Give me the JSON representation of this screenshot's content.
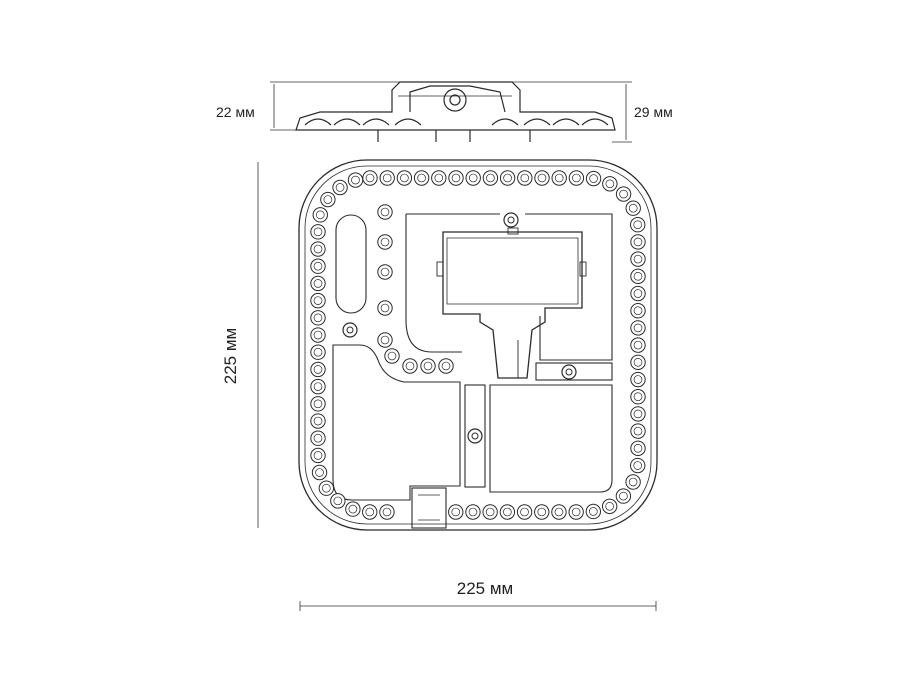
{
  "dimensions": {
    "side_left": "22 мм",
    "side_right": "29 мм",
    "height": "225 мм",
    "width": "225 мм"
  },
  "colors": {
    "line": "#2b2b2b",
    "led_fill": "#ffffff",
    "dim_line": "#333333"
  }
}
